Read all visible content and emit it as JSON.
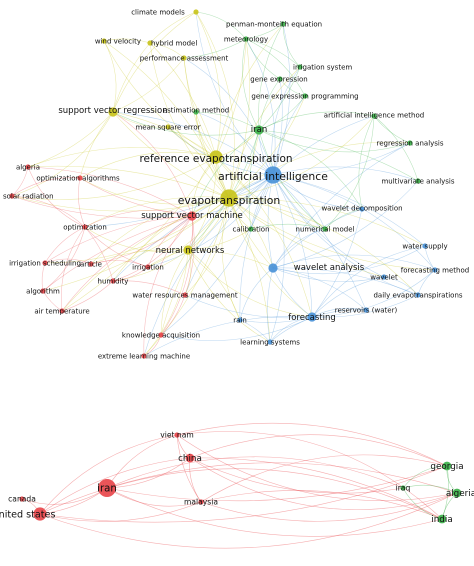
{
  "colors": {
    "red": "#e8474b",
    "yellow": "#c9c41c",
    "green": "#3db24a",
    "blue": "#4a92d8"
  },
  "network_top": {
    "nodes": [
      {
        "id": "t01",
        "label": "climate models",
        "cluster": "yellow",
        "weight": 1
      },
      {
        "id": "t02",
        "label": "penman-monteith equation",
        "cluster": "green",
        "weight": 1
      },
      {
        "id": "t03",
        "label": "wind velocity",
        "cluster": "yellow",
        "weight": 1
      },
      {
        "id": "t04",
        "label": "hybrid model",
        "cluster": "yellow",
        "weight": 1
      },
      {
        "id": "t05",
        "label": "meteorology",
        "cluster": "green",
        "weight": 1
      },
      {
        "id": "t06",
        "label": "performance assessment",
        "cluster": "yellow",
        "weight": 1
      },
      {
        "id": "t07",
        "label": "irrigation system",
        "cluster": "green",
        "weight": 1
      },
      {
        "id": "t08",
        "label": "gene expression",
        "cluster": "green",
        "weight": 1
      },
      {
        "id": "t09",
        "label": "gene expression programming",
        "cluster": "green",
        "weight": 1
      },
      {
        "id": "t10",
        "label": "support vector regression",
        "cluster": "yellow",
        "weight": 2
      },
      {
        "id": "t11",
        "label": "estimation method",
        "cluster": "green",
        "weight": 1
      },
      {
        "id": "t12",
        "label": "artificial intelligence method",
        "cluster": "green",
        "weight": 1
      },
      {
        "id": "t13",
        "label": "mean square error",
        "cluster": "yellow",
        "weight": 1
      },
      {
        "id": "t14",
        "label": "iran",
        "cluster": "green",
        "weight": 2
      },
      {
        "id": "t15",
        "label": "regression analysis",
        "cluster": "green",
        "weight": 1
      },
      {
        "id": "t16",
        "label": "reference evapotranspiration",
        "cluster": "yellow",
        "weight": 3
      },
      {
        "id": "t17",
        "label": "artificial intelligence",
        "cluster": "blue",
        "weight": 4
      },
      {
        "id": "t18",
        "label": "algeria",
        "cluster": "red",
        "weight": 1
      },
      {
        "id": "t19",
        "label": "optimization algorithms",
        "cluster": "red",
        "weight": 1
      },
      {
        "id": "t20",
        "label": "multivariate analysis",
        "cluster": "green",
        "weight": 1
      },
      {
        "id": "t21",
        "label": "solar radiation",
        "cluster": "red",
        "weight": 1
      },
      {
        "id": "t22",
        "label": "evapotranspiration",
        "cluster": "yellow",
        "weight": 4
      },
      {
        "id": "t23",
        "label": "wavelet decomposition",
        "cluster": "blue",
        "weight": 1
      },
      {
        "id": "t24",
        "label": "support vector machine",
        "cluster": "red",
        "weight": 2
      },
      {
        "id": "t25",
        "label": "optimization",
        "cluster": "red",
        "weight": 1
      },
      {
        "id": "t26",
        "label": "calibration",
        "cluster": "green",
        "weight": 1
      },
      {
        "id": "t27",
        "label": "numerical model",
        "cluster": "green",
        "weight": 1
      },
      {
        "id": "t28",
        "label": "water supply",
        "cluster": "blue",
        "weight": 1
      },
      {
        "id": "t29",
        "label": "neural networks",
        "cluster": "yellow",
        "weight": 2
      },
      {
        "id": "t30",
        "label": "irrigation scheduling",
        "cluster": "red",
        "weight": 1
      },
      {
        "id": "t31",
        "label": "article",
        "cluster": "red",
        "weight": 1
      },
      {
        "id": "t32",
        "label": "irrigation",
        "cluster": "red",
        "weight": 1
      },
      {
        "id": "t33",
        "label": "wavelet analysis",
        "cluster": "blue",
        "weight": 2
      },
      {
        "id": "t34",
        "label": "wavelet",
        "cluster": "blue",
        "weight": 1
      },
      {
        "id": "t35",
        "label": "forecasting method",
        "cluster": "blue",
        "weight": 1
      },
      {
        "id": "t36",
        "label": "humidity",
        "cluster": "red",
        "weight": 1
      },
      {
        "id": "t37",
        "label": "algorithm",
        "cluster": "red",
        "weight": 1
      },
      {
        "id": "t38",
        "label": "water resources management",
        "cluster": "red",
        "weight": 1
      },
      {
        "id": "t39",
        "label": "daily evapotranspirations",
        "cluster": "blue",
        "weight": 1
      },
      {
        "id": "t40",
        "label": "air temperature",
        "cluster": "red",
        "weight": 1
      },
      {
        "id": "t41",
        "label": "forecasting",
        "cluster": "blue",
        "weight": 2
      },
      {
        "id": "t42",
        "label": "reservoirs (water)",
        "cluster": "blue",
        "weight": 1
      },
      {
        "id": "t43",
        "label": "rain",
        "cluster": "blue",
        "weight": 1
      },
      {
        "id": "t44",
        "label": "knowledge acquisition",
        "cluster": "red",
        "weight": 1
      },
      {
        "id": "t45",
        "label": "learning systems",
        "cluster": "blue",
        "weight": 1
      },
      {
        "id": "t46",
        "label": "extreme learning machine",
        "cluster": "red",
        "weight": 1
      }
    ],
    "edges": [
      [
        "t17",
        "t22"
      ],
      [
        "t17",
        "t16"
      ],
      [
        "t17",
        "t14"
      ],
      [
        "t17",
        "t29"
      ],
      [
        "t17",
        "t24"
      ],
      [
        "t17",
        "t33"
      ],
      [
        "t17",
        "t41"
      ],
      [
        "t17",
        "t10"
      ],
      [
        "t17",
        "t13"
      ],
      [
        "t17",
        "t11"
      ],
      [
        "t17",
        "t12"
      ],
      [
        "t17",
        "t15"
      ],
      [
        "t17",
        "t20"
      ],
      [
        "t17",
        "t23"
      ],
      [
        "t17",
        "t27"
      ],
      [
        "t17",
        "t26"
      ],
      [
        "t17",
        "t28"
      ],
      [
        "t17",
        "t34"
      ],
      [
        "t17",
        "t35"
      ],
      [
        "t17",
        "t39"
      ],
      [
        "t17",
        "t42"
      ],
      [
        "t17",
        "t43"
      ],
      [
        "t17",
        "t45"
      ],
      [
        "t17",
        "t05"
      ],
      [
        "t17",
        "t07"
      ],
      [
        "t17",
        "t08"
      ],
      [
        "t17",
        "t09"
      ],
      [
        "t17",
        "t02"
      ],
      [
        "t17",
        "t01"
      ],
      [
        "t17",
        "t06"
      ],
      [
        "t17",
        "t25"
      ],
      [
        "t17",
        "t38"
      ],
      [
        "t17",
        "t44"
      ],
      [
        "t17",
        "t46"
      ],
      [
        "t17",
        "t32"
      ],
      [
        "t17",
        "t36"
      ],
      [
        "t22",
        "t16"
      ],
      [
        "t22",
        "t14"
      ],
      [
        "t22",
        "t29"
      ],
      [
        "t22",
        "t24"
      ],
      [
        "t22",
        "t10"
      ],
      [
        "t22",
        "t13"
      ],
      [
        "t22",
        "t33"
      ],
      [
        "t22",
        "t41"
      ],
      [
        "t22",
        "t19"
      ],
      [
        "t22",
        "t18"
      ],
      [
        "t22",
        "t21"
      ],
      [
        "t22",
        "t25"
      ],
      [
        "t22",
        "t30"
      ],
      [
        "t22",
        "t31"
      ],
      [
        "t22",
        "t37"
      ],
      [
        "t22",
        "t40"
      ],
      [
        "t22",
        "t32"
      ],
      [
        "t22",
        "t36"
      ],
      [
        "t22",
        "t38"
      ],
      [
        "t22",
        "t44"
      ],
      [
        "t22",
        "t46"
      ],
      [
        "t22",
        "t03"
      ],
      [
        "t22",
        "t04"
      ],
      [
        "t22",
        "t01"
      ],
      [
        "t22",
        "t06"
      ],
      [
        "t22",
        "t05"
      ],
      [
        "t22",
        "t11"
      ],
      [
        "t22",
        "t26"
      ],
      [
        "t22",
        "t27"
      ],
      [
        "t22",
        "t34"
      ],
      [
        "t22",
        "t28"
      ],
      [
        "t22",
        "t35"
      ],
      [
        "t22",
        "t39"
      ],
      [
        "t22",
        "t43"
      ],
      [
        "t22",
        "t45"
      ],
      [
        "t22",
        "t09"
      ],
      [
        "t22",
        "t07"
      ],
      [
        "t22",
        "t12"
      ],
      [
        "t22",
        "t15"
      ],
      [
        "t16",
        "t10"
      ],
      [
        "t16",
        "t13"
      ],
      [
        "t16",
        "t14"
      ],
      [
        "t16",
        "t29"
      ],
      [
        "t16",
        "t24"
      ],
      [
        "t16",
        "t06"
      ],
      [
        "t16",
        "t04"
      ],
      [
        "t16",
        "t03"
      ],
      [
        "t16",
        "t01"
      ],
      [
        "t16",
        "t11"
      ],
      [
        "t16",
        "t05"
      ],
      [
        "t16",
        "t02"
      ],
      [
        "t16",
        "t18"
      ],
      [
        "t16",
        "t21"
      ],
      [
        "t16",
        "t19"
      ],
      [
        "t16",
        "t40"
      ],
      [
        "t16",
        "t33"
      ],
      [
        "t16",
        "t41"
      ],
      [
        "t16",
        "t27"
      ],
      [
        "t14",
        "t05"
      ],
      [
        "t14",
        "t07"
      ],
      [
        "t14",
        "t08"
      ],
      [
        "t14",
        "t09"
      ],
      [
        "t14",
        "t12"
      ],
      [
        "t14",
        "t15"
      ],
      [
        "t14",
        "t20"
      ],
      [
        "t14",
        "t11"
      ],
      [
        "t14",
        "t02"
      ],
      [
        "t14",
        "t27"
      ],
      [
        "t14",
        "t23"
      ],
      [
        "t14",
        "t26"
      ],
      [
        "t14",
        "t29"
      ],
      [
        "t14",
        "t24"
      ],
      [
        "t14",
        "t10"
      ],
      [
        "t24",
        "t25"
      ],
      [
        "t24",
        "t19"
      ],
      [
        "t24",
        "t30"
      ],
      [
        "t24",
        "t31"
      ],
      [
        "t24",
        "t32"
      ],
      [
        "t24",
        "t36"
      ],
      [
        "t24",
        "t37"
      ],
      [
        "t24",
        "t38"
      ],
      [
        "t24",
        "t40"
      ],
      [
        "t24",
        "t44"
      ],
      [
        "t24",
        "t46"
      ],
      [
        "t24",
        "t21"
      ],
      [
        "t24",
        "t18"
      ],
      [
        "t24",
        "t29"
      ],
      [
        "t24",
        "t10"
      ],
      [
        "t29",
        "t38"
      ],
      [
        "t29",
        "t32"
      ],
      [
        "t29",
        "t36"
      ],
      [
        "t29",
        "t44"
      ],
      [
        "t29",
        "t46"
      ],
      [
        "t29",
        "t41"
      ],
      [
        "t29",
        "t33"
      ],
      [
        "t29",
        "t26"
      ],
      [
        "t29",
        "t43"
      ],
      [
        "t29",
        "t45"
      ],
      [
        "t29",
        "t25"
      ],
      [
        "t29",
        "t31"
      ],
      [
        "t33",
        "t23"
      ],
      [
        "t33",
        "t34"
      ],
      [
        "t33",
        "t35"
      ],
      [
        "t33",
        "t28"
      ],
      [
        "t33",
        "t39"
      ],
      [
        "t33",
        "t41"
      ],
      [
        "t33",
        "t42"
      ],
      [
        "t33",
        "t43"
      ],
      [
        "t33",
        "t27"
      ],
      [
        "t33",
        "t45"
      ],
      [
        "t33",
        "t15"
      ],
      [
        "t33",
        "t20"
      ],
      [
        "t41",
        "t42"
      ],
      [
        "t41",
        "t45"
      ],
      [
        "t41",
        "t43"
      ],
      [
        "t41",
        "t39"
      ],
      [
        "t41",
        "t34"
      ],
      [
        "t41",
        "t35"
      ],
      [
        "t41",
        "t28"
      ],
      [
        "t41",
        "t23"
      ],
      [
        "t41",
        "t38"
      ],
      [
        "t41",
        "t46"
      ],
      [
        "t41",
        "t44"
      ],
      [
        "t10",
        "t03"
      ],
      [
        "t10",
        "t04"
      ],
      [
        "t10",
        "t06"
      ],
      [
        "t10",
        "t01"
      ],
      [
        "t10",
        "t13"
      ],
      [
        "t10",
        "t21"
      ],
      [
        "t10",
        "t19"
      ],
      [
        "t10",
        "t18"
      ],
      [
        "t25",
        "t30"
      ],
      [
        "t25",
        "t37"
      ],
      [
        "t25",
        "t40"
      ],
      [
        "t25",
        "t36"
      ],
      [
        "t25",
        "t32"
      ],
      [
        "t25",
        "t19"
      ],
      [
        "t25",
        "t21"
      ],
      [
        "t25",
        "t18"
      ],
      [
        "t05",
        "t02"
      ],
      [
        "t05",
        "t07"
      ],
      [
        "t05",
        "t08"
      ],
      [
        "t05",
        "t09"
      ],
      [
        "t05",
        "t01"
      ],
      [
        "t05",
        "t06"
      ],
      [
        "t12",
        "t15"
      ],
      [
        "t12",
        "t20"
      ],
      [
        "t12",
        "t23"
      ],
      [
        "t12",
        "t27"
      ],
      [
        "t37",
        "t40"
      ],
      [
        "t37",
        "t30"
      ],
      [
        "t21",
        "t18"
      ],
      [
        "t21",
        "t19"
      ],
      [
        "t46",
        "t44"
      ],
      [
        "t38",
        "t44"
      ],
      [
        "t38",
        "t36"
      ],
      [
        "t32",
        "t36"
      ],
      [
        "t32",
        "t31"
      ],
      [
        "t30",
        "t31"
      ],
      [
        "t40",
        "t36"
      ],
      [
        "t35",
        "t28"
      ],
      [
        "t35",
        "t39"
      ],
      [
        "t34",
        "t39"
      ],
      [
        "t42",
        "t45"
      ],
      [
        "t43",
        "t45"
      ],
      [
        "t27",
        "t26"
      ],
      [
        "t27",
        "t23"
      ],
      [
        "t08",
        "t09"
      ],
      [
        "t07",
        "t02"
      ],
      [
        "t01",
        "t04"
      ],
      [
        "t03",
        "t04"
      ],
      [
        "t06",
        "t04"
      ]
    ]
  },
  "network_bottom": {
    "nodes": [
      {
        "id": "b01",
        "label": "viet nam",
        "cluster": "red",
        "weight": 1
      },
      {
        "id": "b02",
        "label": "china",
        "cluster": "red",
        "weight": 2
      },
      {
        "id": "b03",
        "label": "georgia",
        "cluster": "green",
        "weight": 2
      },
      {
        "id": "b04",
        "label": "iran",
        "cluster": "red",
        "weight": 4
      },
      {
        "id": "b05",
        "label": "iraq",
        "cluster": "green",
        "weight": 1
      },
      {
        "id": "b06",
        "label": "algeria",
        "cluster": "green",
        "weight": 2
      },
      {
        "id": "b07",
        "label": "canada",
        "cluster": "red",
        "weight": 1
      },
      {
        "id": "b08",
        "label": "malaysia",
        "cluster": "red",
        "weight": 1
      },
      {
        "id": "b09",
        "label": "united states",
        "cluster": "red",
        "weight": 3
      },
      {
        "id": "b10",
        "label": "india",
        "cluster": "green",
        "weight": 2
      }
    ],
    "edges": [
      [
        "b04",
        "b09"
      ],
      [
        "b04",
        "b02"
      ],
      [
        "b04",
        "b01"
      ],
      [
        "b04",
        "b08"
      ],
      [
        "b04",
        "b07"
      ],
      [
        "b04",
        "b03"
      ],
      [
        "b04",
        "b06"
      ],
      [
        "b04",
        "b10"
      ],
      [
        "b04",
        "b05"
      ],
      [
        "b09",
        "b07"
      ],
      [
        "b09",
        "b02"
      ],
      [
        "b09",
        "b08"
      ],
      [
        "b09",
        "b01"
      ],
      [
        "b09",
        "b06"
      ],
      [
        "b09",
        "b10"
      ],
      [
        "b09",
        "b03"
      ],
      [
        "b02",
        "b01"
      ],
      [
        "b02",
        "b08"
      ],
      [
        "b02",
        "b03"
      ],
      [
        "b02",
        "b06"
      ],
      [
        "b02",
        "b10"
      ],
      [
        "b02",
        "b05"
      ],
      [
        "b01",
        "b03"
      ],
      [
        "b01",
        "b06"
      ],
      [
        "b01",
        "b10"
      ],
      [
        "b01",
        "b08"
      ],
      [
        "b08",
        "b10"
      ],
      [
        "b08",
        "b06"
      ],
      [
        "b08",
        "b03"
      ],
      [
        "b03",
        "b06"
      ],
      [
        "b03",
        "b10"
      ],
      [
        "b06",
        "b10"
      ],
      [
        "b05",
        "b06"
      ],
      [
        "b05",
        "b10"
      ],
      [
        "b05",
        "b03"
      ]
    ]
  }
}
